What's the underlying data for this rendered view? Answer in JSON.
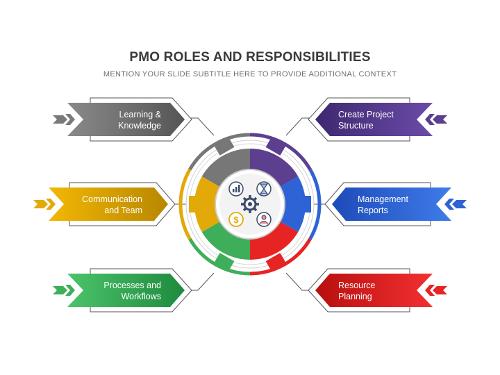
{
  "header": {
    "title": "PMO ROLES AND RESPONSIBILITIES",
    "subtitle": "MENTION YOUR SLIDE SUBTITLE HERE TO PROVIDE ADDITIONAL CONTEXT"
  },
  "roles": {
    "learning": {
      "line1": "Learning &",
      "line2": "Knowledge",
      "color": "#777777"
    },
    "communication": {
      "line1": "Communication",
      "line2": "and Team",
      "color": "#E3A909"
    },
    "processes": {
      "line1": "Processes and",
      "line2": "Workflows",
      "color": "#3FAE5A"
    },
    "structure": {
      "line1": "Create Project",
      "line2": "Structure",
      "color": "#5C3F8F"
    },
    "reports": {
      "line1": "Management",
      "line2": "Reports",
      "color": "#2E63D6"
    },
    "resource": {
      "line1": "Resource",
      "line2": "Planning",
      "color": "#E62424"
    }
  },
  "center_icons": [
    "chart-icon",
    "hourglass-icon",
    "gear-icon",
    "dollar-icon",
    "person-icon"
  ]
}
